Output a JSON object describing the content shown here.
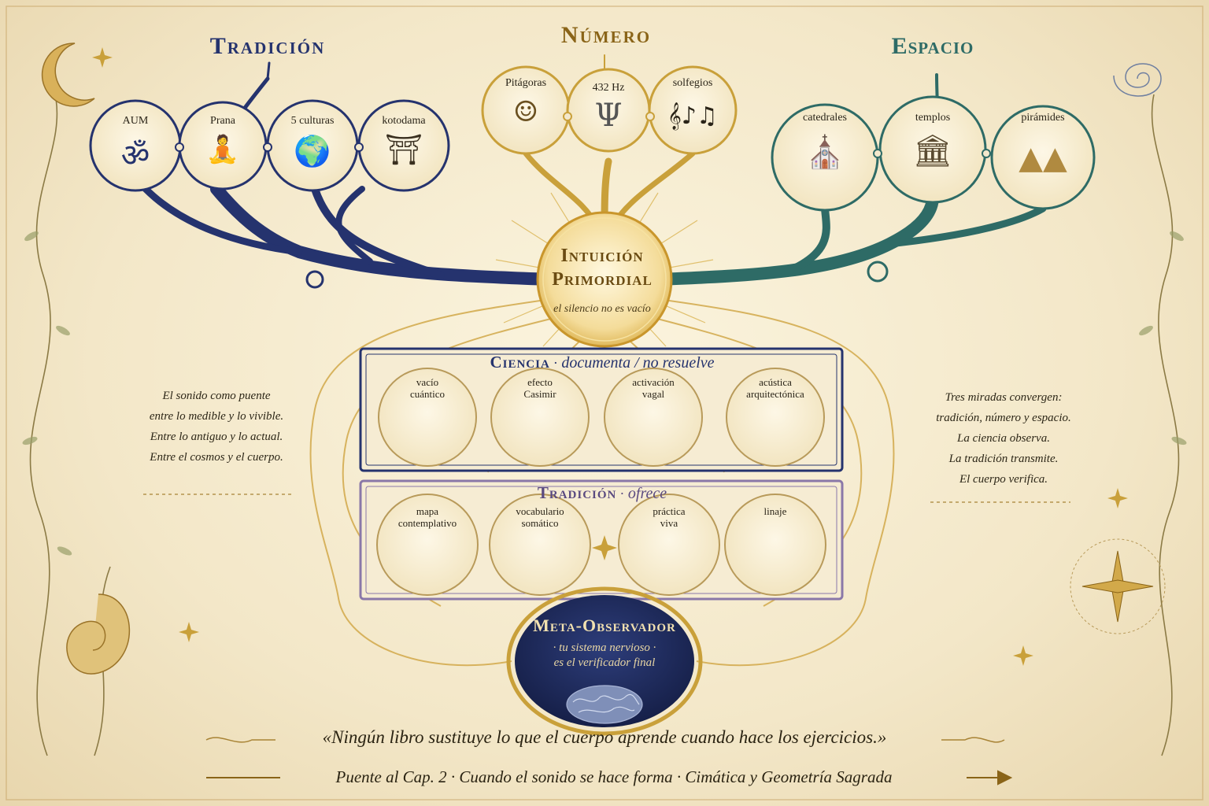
{
  "branches": {
    "tradicion": {
      "title": "Tradición",
      "items": [
        "AUM",
        "Prana",
        "5 culturas",
        "kotodama"
      ],
      "color": "#25336e"
    },
    "numero": {
      "title": "Número",
      "items": [
        "Pitágoras",
        "432 Hz",
        "solfegios"
      ],
      "color": "#b8891f"
    },
    "espacio": {
      "title": "Espacio",
      "items": [
        "catedrales",
        "templos",
        "pirámides"
      ],
      "color": "#2e6b66"
    }
  },
  "core": {
    "title_line1": "Intuición",
    "title_line2": "Primordial",
    "subtitle": "el silencio no es vacío"
  },
  "ciencia_panel": {
    "title": "Ciencia",
    "subtitle": "documenta / no resuelve",
    "items": [
      "vacío\ncuántico",
      "efecto\nCasimir",
      "activación\nvagal",
      "acústica\narquitectónica"
    ]
  },
  "tradicion_panel": {
    "title": "Tradición",
    "subtitle": "ofrece",
    "items": [
      "mapa\ncontemplativo",
      "vocabulario\nsomático",
      "práctica\nviva",
      "linaje"
    ]
  },
  "meta": {
    "title": "Meta-Observador",
    "line1": "· tu sistema nervioso ·",
    "line2": "es el verificador final"
  },
  "left_text": [
    "El sonido como puente",
    "entre lo medible y lo vivible.",
    "Entre lo antiguo y lo actual.",
    "Entre el cosmos y el cuerpo."
  ],
  "right_text": [
    "Tres miradas convergen:",
    "tradición, número y espacio.",
    "La ciencia observa.",
    "La tradición transmite.",
    "El cuerpo verifica."
  ],
  "quote": "«Ningún libro sustituye lo que el cuerpo aprende cuando hace los ejercicios.»",
  "footer": "Puente al Cap. 2 · Cuando el sonido se hace forma · Cimática y Geometría Sagrada",
  "icons": [
    "om-icon",
    "meditator-icon",
    "globe-icon",
    "torii-icon",
    "pythagoras-icon",
    "tuning-fork-icon",
    "music-notes-icon",
    "cathedral-icon",
    "temple-icon",
    "pyramids-icon",
    "brain-icon",
    "moon-icon",
    "nautilus-icon",
    "compass-star-icon",
    "spiral-galaxy-icon"
  ],
  "colors": {
    "parchment": "#f3e8cc",
    "gold": "#c9a03a",
    "navy": "#25336e",
    "teal": "#2e6b66",
    "violet": "#8a78a8",
    "meta_fill": "#1d2a5c"
  }
}
